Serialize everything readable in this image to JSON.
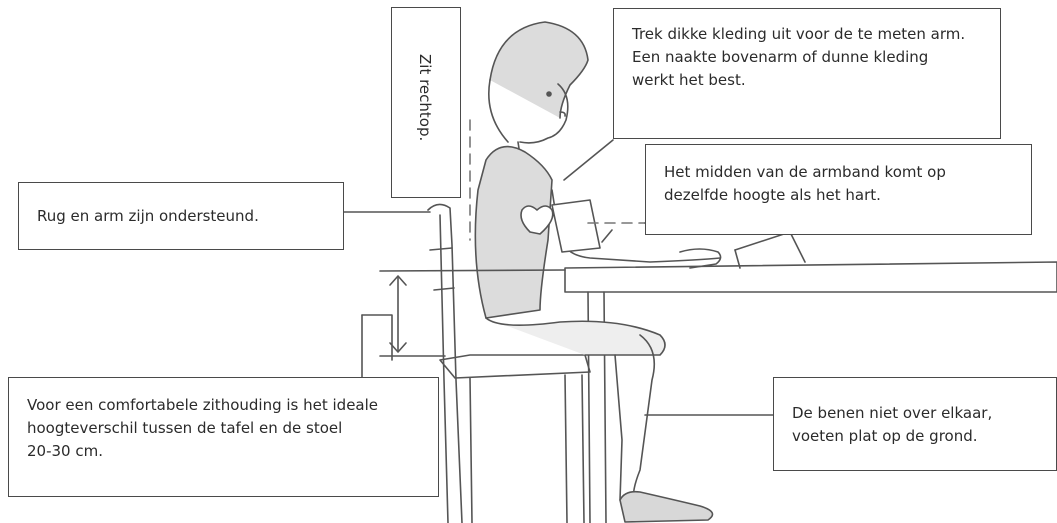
{
  "callouts": {
    "sit_upright": "Zit rechtop.",
    "clothing": [
      "Trek dikke kleding uit voor de te meten arm.",
      "Een naakte bovenarm of dunne kleding",
      "werkt het best."
    ],
    "cuff_height": [
      "Het midden van de armband komt op",
      "dezelfde hoogte als het hart."
    ],
    "back_support": "Rug en arm zijn ondersteund.",
    "height_difference": [
      "Voor een comfortabele zithouding is het ideale",
      "hoogteverschil tussen de tafel en de stoel",
      "20-30 cm."
    ],
    "legs": [
      "De benen niet over elkaar,",
      "voeten plat op de grond."
    ]
  }
}
